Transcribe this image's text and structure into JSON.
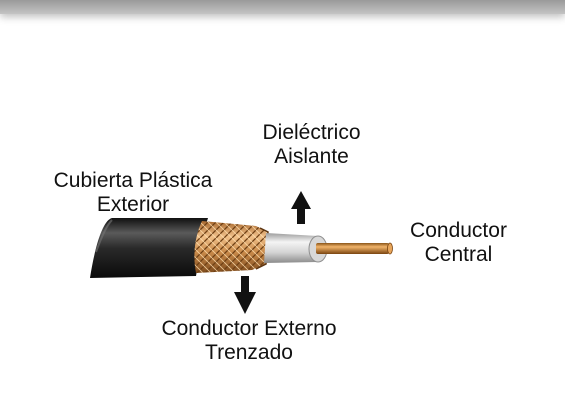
{
  "diagram": {
    "labels": {
      "jacket": {
        "line1": "Cubierta Plástica",
        "line2": "Exterior"
      },
      "dielectric": {
        "line1": "Dieléctrico",
        "line2": "Aislante"
      },
      "center_conductor": {
        "line1": "Conductor",
        "line2": "Central"
      },
      "outer_conductor": {
        "line1": "Conductor Externo",
        "line2": "Trenzado"
      }
    },
    "colors": {
      "jacket": "#2b2b2b",
      "braid": "#c98a4a",
      "dielectric": "#d9d9d9",
      "center_conductor": "#c27a2e",
      "arrow": "#111111"
    }
  }
}
